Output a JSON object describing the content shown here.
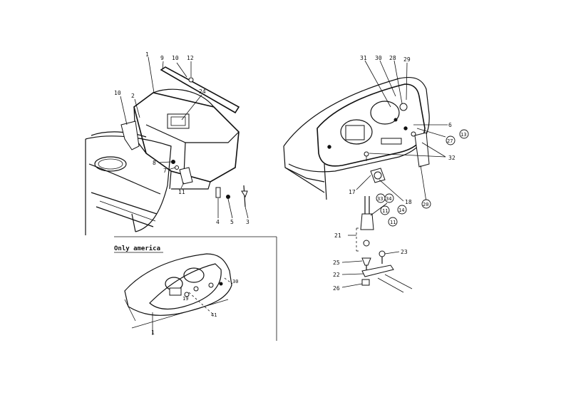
{
  "inset": {
    "title": "Only america"
  },
  "left_callouts": {
    "c1": "1",
    "c9": "9",
    "c10a": "10",
    "c12": "12",
    "c10b": "10",
    "c2": "2",
    "c24": "24",
    "c8": "8",
    "c7": "7",
    "c11": "11",
    "c4": "4",
    "c5": "5",
    "c3": "3"
  },
  "inset_callouts": {
    "c30": "30",
    "c19": "19",
    "c41": "41",
    "c1": "1"
  },
  "right_callouts": {
    "c31": "31",
    "c30": "30",
    "c28": "28",
    "c29": "29",
    "c6": "6",
    "c13": "13",
    "c27": "27",
    "c32": "32",
    "c17": "17",
    "c18": "18",
    "c14": "14",
    "c20": "20",
    "c33": "33",
    "c34": "34",
    "c11a": "11",
    "c11b": "11",
    "c21": "21",
    "c23": "23",
    "c25": "25",
    "c22": "22",
    "c26": "26"
  }
}
